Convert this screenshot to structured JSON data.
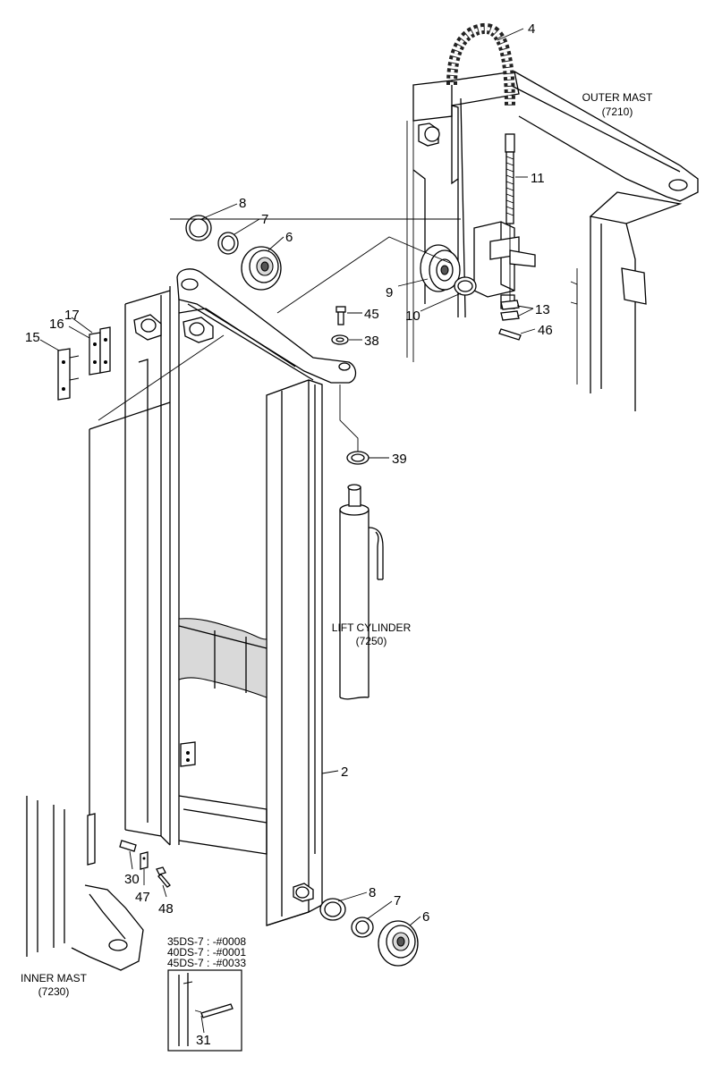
{
  "labels": {
    "outer_mast": "OUTER MAST",
    "outer_mast_code": "(7210)",
    "lift_cylinder": "LIFT CYLINDER",
    "lift_cylinder_code": "(7250)",
    "inner_mast": "INNER MAST",
    "inner_mast_code": "(7230)"
  },
  "variant_notes": [
    "35DS-7 : -#0008",
    "40DS-7 : -#0001",
    "45DS-7 : -#0033"
  ],
  "callouts": {
    "c4": "4",
    "c11": "11",
    "c8_top": "8",
    "c7_top": "7",
    "c6_top": "6",
    "c9": "9",
    "c10": "10",
    "c13": "13",
    "c46": "46",
    "c45": "45",
    "c38": "38",
    "c17": "17",
    "c16": "16",
    "c15": "15",
    "c39": "39",
    "c2": "2",
    "c30": "30",
    "c47": "47",
    "c48": "48",
    "c8_bottom": "8",
    "c7_bottom": "7",
    "c6_bottom": "6",
    "c31": "31"
  }
}
